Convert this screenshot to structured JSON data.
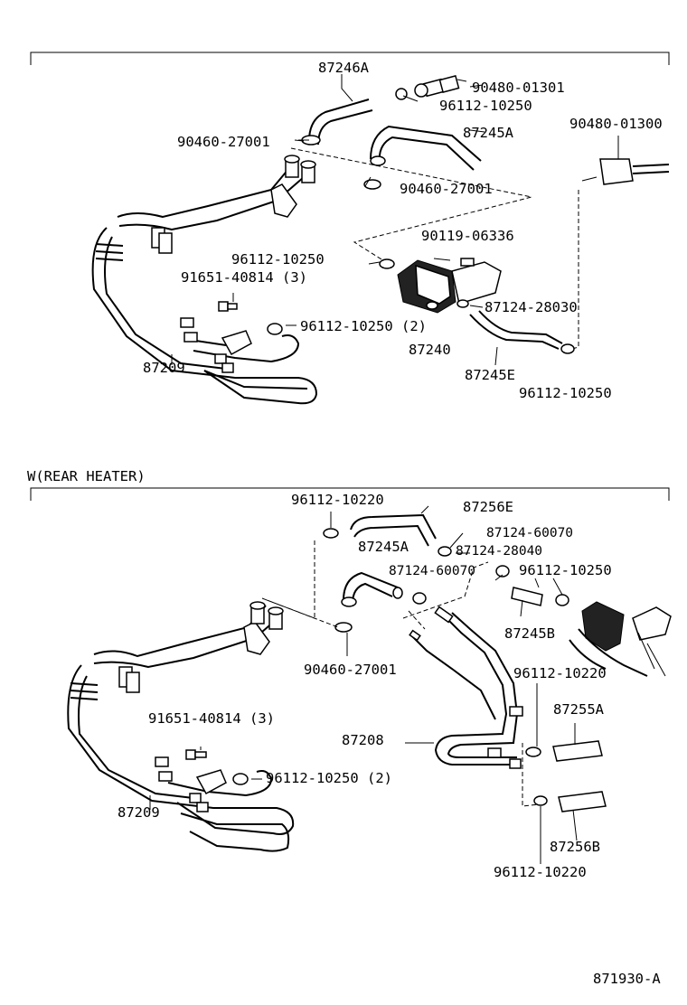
{
  "section_top": {
    "labels": {
      "l87246A": "87246A",
      "l9048001301": "90480-01301",
      "l9611210250a": "96112-10250",
      "l9046027001a": "90460-27001",
      "l87245A": "87245A",
      "l9048001300": "90480-01300",
      "l9046027001b": "90460-27001",
      "l9011906336": "90119-06336",
      "l9611210250b": "96112-10250",
      "l9165140814": "91651-40814 (3)",
      "l8712428030": "87124-28030",
      "l9611210250c": "96112-10250 (2)",
      "l87240": "87240",
      "l87209": "87209",
      "l87245E": "87245E",
      "l9611210250d": "96112-10250"
    }
  },
  "section_bottom": {
    "heading": "W(REAR HEATER)",
    "labels": {
      "l9611210220a": "96112-10220",
      "l87256E": "87256E",
      "l8712460070a": "87124-60070",
      "l87245A": "87245A",
      "l8712428040": "87124-28040",
      "l8712460070b": "87124-60070",
      "l9611210250a": "96112-10250",
      "l87245B": "87245B",
      "l9046027001": "90460-27001",
      "l9611210220b": "96112-10220",
      "l87255A": "87255A",
      "l9165140814": "91651-40814 (3)",
      "l87208": "87208",
      "l9611210250b": "96112-10250 (2)",
      "l87209": "87209",
      "l87256B": "87256B",
      "l9611210220c": "96112-10220"
    }
  },
  "footer": {
    "code": "871930-A"
  }
}
